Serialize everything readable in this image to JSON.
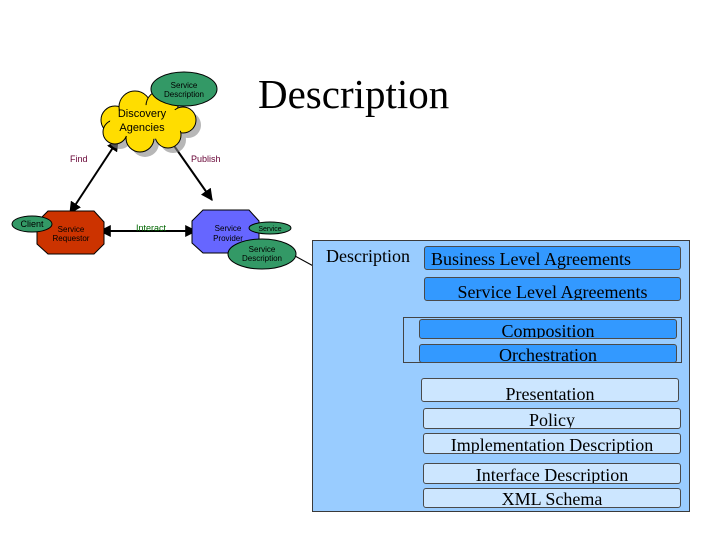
{
  "title": "Description",
  "triangle": {
    "discovery_agencies": "Discovery\nAgencies",
    "discovery_service_description": "Service\nDescription",
    "find": "Find",
    "publish": "Publish",
    "interact": "Interact",
    "client": "Client",
    "requestor": "Service\nRequestor",
    "provider": "Service\nProvider",
    "provider_service": "Service",
    "provider_service_description": "Service\nDescription"
  },
  "panel": {
    "label": "Description",
    "layers": [
      {
        "label": "Business Level Agreements",
        "style": "dark"
      },
      {
        "label": "Service Level Agreements",
        "style": "dark"
      },
      {
        "label": "Composition",
        "style": "dark"
      },
      {
        "label": "Orchestration",
        "style": "dark"
      },
      {
        "label": "Presentation",
        "style": "light"
      },
      {
        "label": "Policy",
        "style": "light"
      },
      {
        "label": "Implementation Description",
        "style": "light"
      },
      {
        "label": "Interface Description",
        "style": "light"
      },
      {
        "label": "XML Schema",
        "style": "light"
      }
    ]
  },
  "colors": {
    "cloud": "#ffdd00",
    "ellipse_green": "#339966",
    "requestor": "#cc3300",
    "provider": "#6666ff",
    "panel": "#99ccff",
    "layer_dark": "#3399ff",
    "layer_light": "#cce6ff"
  }
}
